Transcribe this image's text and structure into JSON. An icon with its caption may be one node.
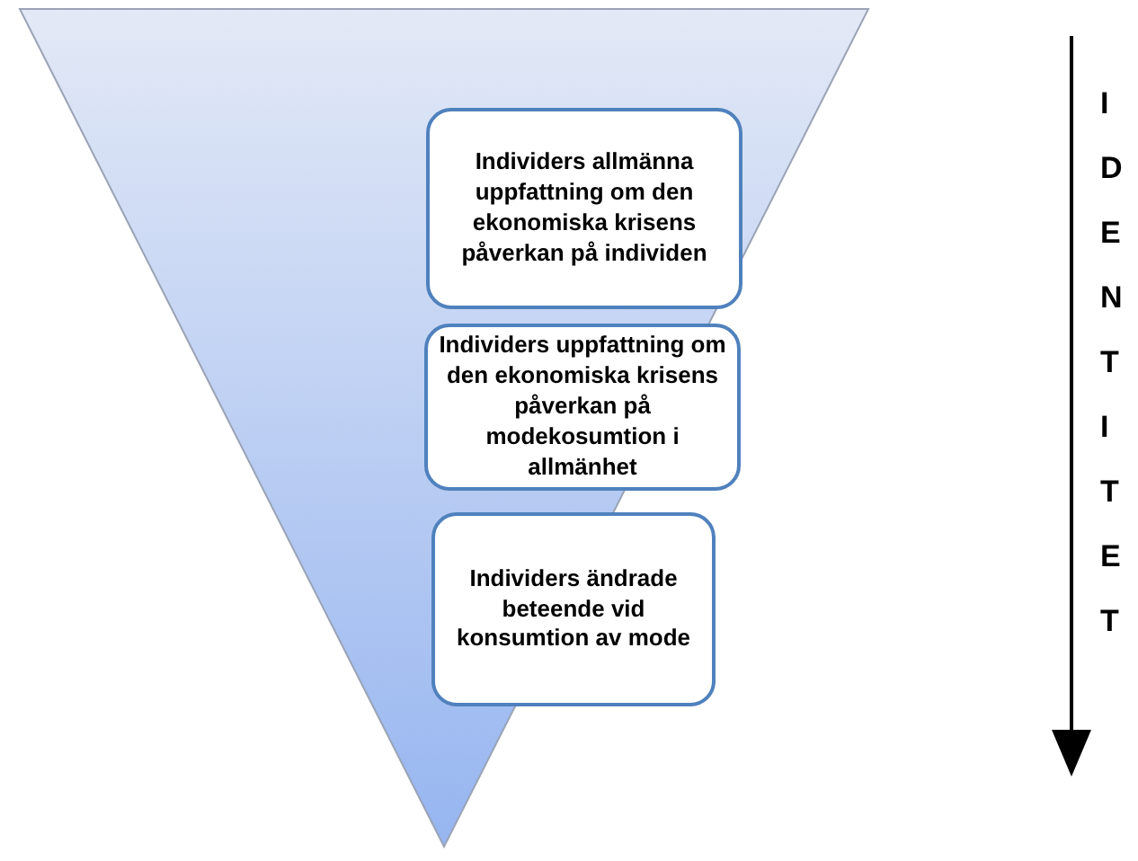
{
  "diagram": {
    "nodes": [
      {
        "text": [],
        "shape": "triangle"
      },
      {
        "text": [
          "Individers allmänna uppfattning om den ekonomiska krisens påverkan på individen"
        ],
        "in": 0
      },
      {
        "text": [
          "Individers uppfattning om den ekonomiska krisens påverkan på modekosumtion i allmänhet"
        ],
        "in": 0
      },
      {
        "text": [
          "Individers ändrade beteende vid konsumtion av mode"
        ]
      }
    ],
    "edges": [],
    "labels": [
      "IDENTITET"
    ]
  }
}
